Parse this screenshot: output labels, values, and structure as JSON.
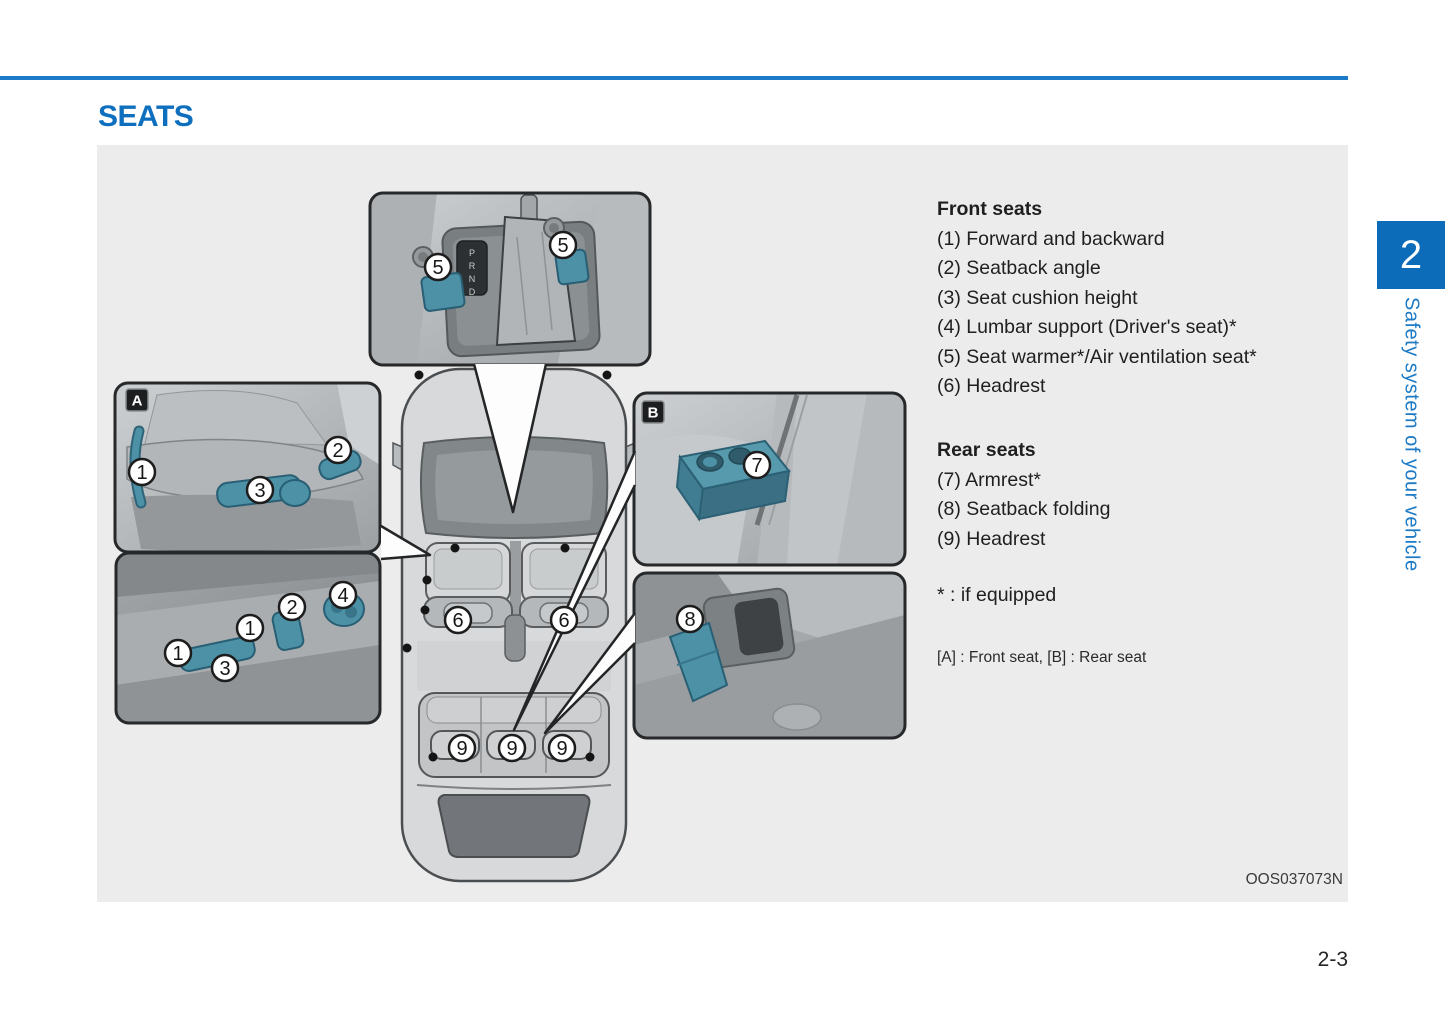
{
  "page": {
    "heading": "SEATS",
    "page_number": "2-3",
    "figure_code": "OOS037073N",
    "chapter_tab": "2",
    "chapter_title": "Safety system of your vehicle"
  },
  "legend": {
    "front": {
      "title": "Front seats",
      "items": [
        "(1) Forward and backward",
        "(2) Seatback angle",
        "(3) Seat cushion height",
        "(4) Lumbar support (Driver's seat)*",
        "(5) Seat warmer*/Air ventilation seat*",
        "(6) Headrest"
      ]
    },
    "rear": {
      "title": "Rear seats",
      "items": [
        "(7) Armrest*",
        "(8) Seatback folding",
        "(9) Headrest"
      ]
    },
    "note_equipped": "* : if equipped",
    "note_ab": "[A] : Front seat, [B] : Rear seat"
  },
  "figure": {
    "panels": {
      "a": "A",
      "b": "B"
    },
    "callouts": {
      "n1": "1",
      "n2": "2",
      "n3": "3",
      "n4": "4",
      "n5": "5",
      "n6": "6",
      "n7": "7",
      "n8": "8",
      "n9": "9"
    },
    "gear_indicator": [
      "P",
      "R",
      "N",
      "D"
    ]
  },
  "colors": {
    "accent_blue": "#0c6cba",
    "heading_blue": "#0e6fbf",
    "highlight_teal": "#4d91a6",
    "figure_background": "#ececec"
  }
}
